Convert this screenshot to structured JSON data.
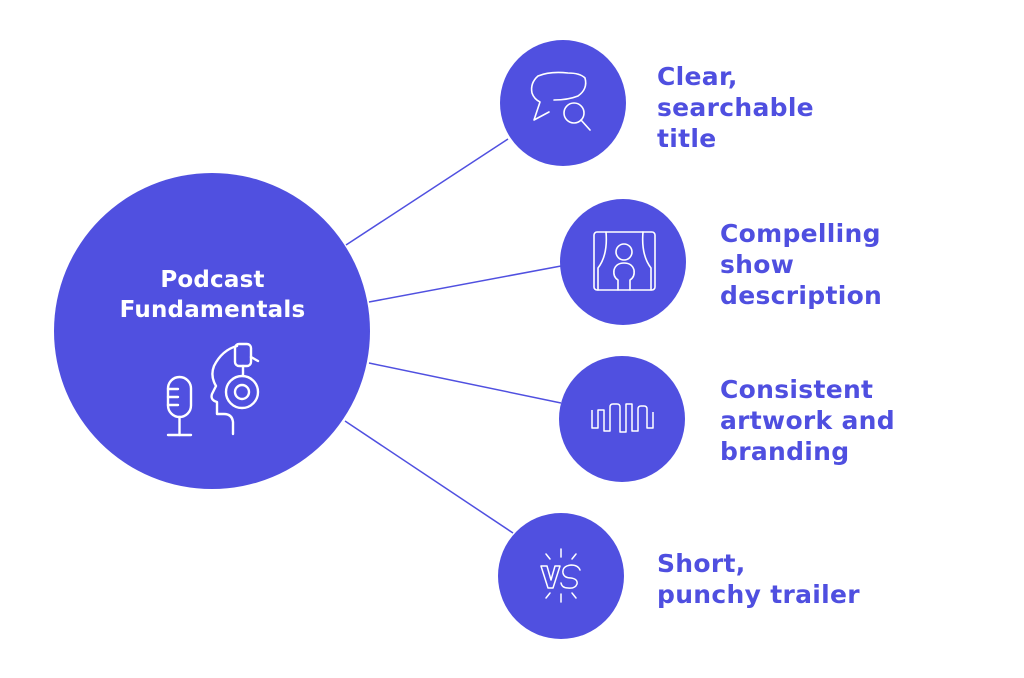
{
  "colors": {
    "accent": "#5050e0",
    "icon_stroke": "#ffffff",
    "text": "#4f4fe0",
    "background": "#ffffff"
  },
  "center_node": {
    "title_lines": [
      "Podcast",
      "Fundamentals"
    ],
    "icon": "podcast-host-icon"
  },
  "nodes": [
    {
      "label_lines": [
        "Clear,",
        "searchable",
        "title"
      ],
      "icon": "chat-search-icon"
    },
    {
      "label_lines": [
        "Compelling",
        "show",
        "description"
      ],
      "icon": "stage-presenter-icon"
    },
    {
      "label_lines": [
        "Consistent",
        "artwork and",
        "branding"
      ],
      "icon": "waveform-pattern-icon"
    },
    {
      "label_lines": [
        "Short,",
        "punchy trailer"
      ],
      "icon": "vs-burst-icon"
    }
  ]
}
